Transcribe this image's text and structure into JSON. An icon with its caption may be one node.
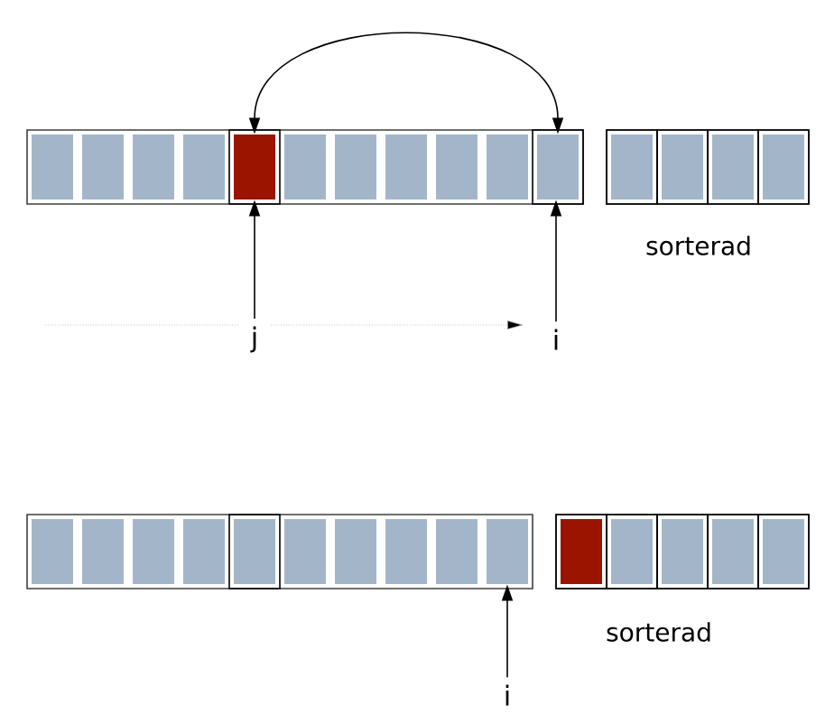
{
  "diagram": {
    "nodes": [
      {
        "text": [],
        "shape": "box"
      },
      {
        "text": [],
        "shape": "box"
      },
      {
        "text": [
          "j"
        ]
      },
      {
        "text": [
          "i"
        ]
      },
      {
        "text": [],
        "shape": "box"
      },
      {
        "text": [
          "i"
        ]
      }
    ],
    "edges": [
      {
        "from": 0,
        "to": 1,
        "arrow": "both"
      },
      {
        "from": 2,
        "to": 0,
        "arrow": "to"
      },
      {
        "from": 3,
        "to": 1,
        "arrow": "to"
      },
      {
        "from": 5,
        "to": 4,
        "arrow": "to"
      }
    ],
    "labels": [
      "sorterad",
      "sorterad"
    ]
  }
}
